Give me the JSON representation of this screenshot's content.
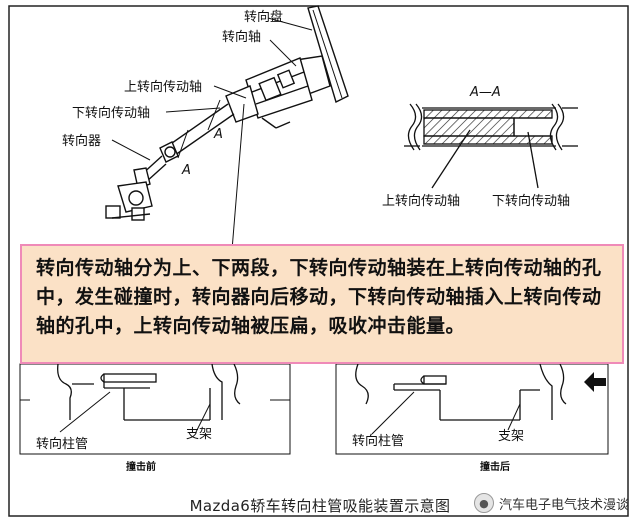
{
  "labels": {
    "steering_wheel": "转向盘",
    "steering_shaft": "转向轴",
    "upper_drive_shaft": "上转向传动轴",
    "lower_drive_shaft": "下转向传动轴",
    "steering_gear": "转向器",
    "section_a1": "A",
    "section_a2": "A",
    "section_title": "A—A",
    "detail_upper": "上转向传动轴",
    "detail_lower": "下转向传动轴",
    "column_tube_left": "转向柱管",
    "bracket_left": "支架",
    "column_tube_right": "转向柱管",
    "bracket_right": "支架",
    "before_impact": "撞击前",
    "after_impact": "撞击后"
  },
  "callout": {
    "text": "转向传动轴分为上、下两段，下转向传动轴装在上转向传动轴的孔中，发生碰撞时，转向器向后移动，下转向传动轴插入上转向传动轴的孔中，上转向传动轴被压扁，吸收冲击能量。"
  },
  "caption": "Mazda6轿车转向柱管吸能装置示意图",
  "watermark": "汽车电子电气技术漫谈",
  "colors": {
    "callout_bg": "#fbe1c6",
    "callout_border": "#ef8ab8",
    "line": "#111111"
  }
}
